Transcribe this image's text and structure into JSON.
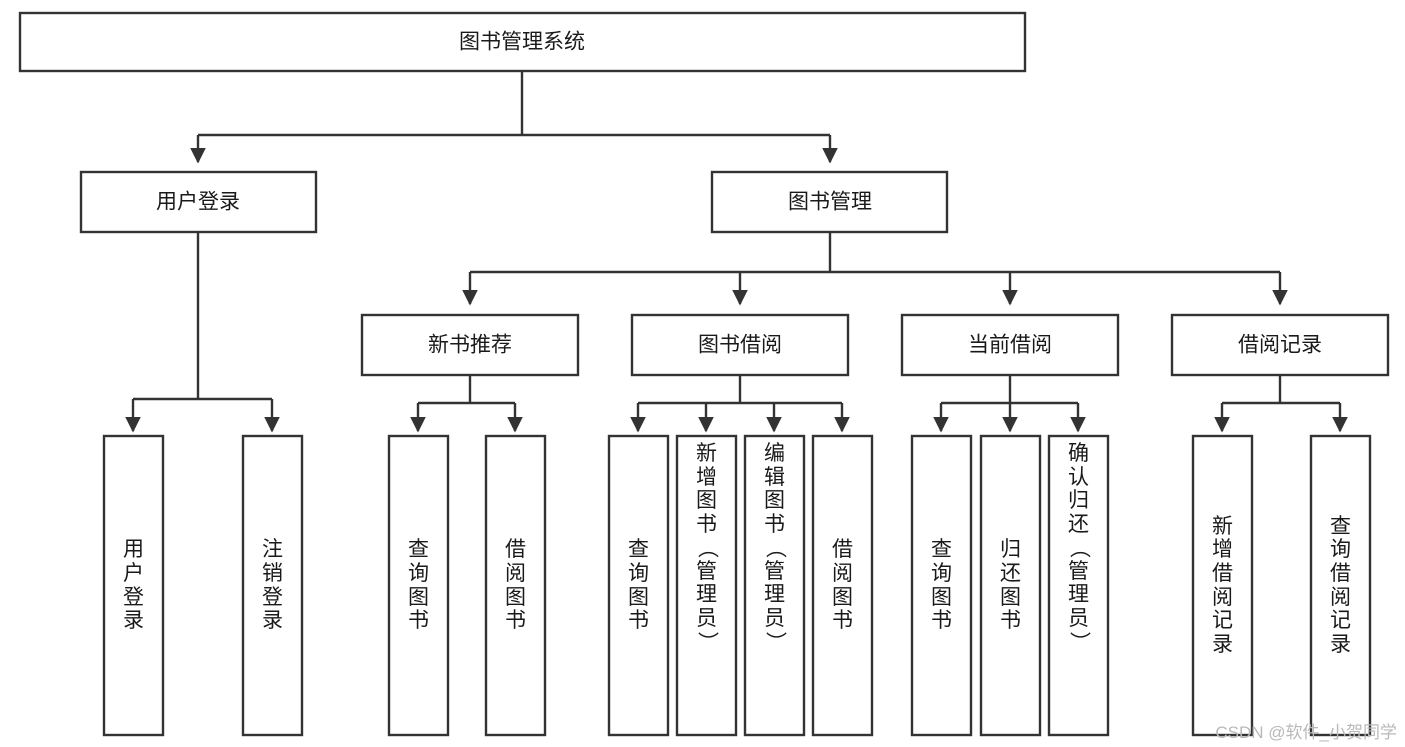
{
  "diagram": {
    "type": "tree",
    "title": "图书管理系统",
    "watermark": "CSDN @软件_小贺同学",
    "colors": {
      "box_fill": "#ffffff",
      "box_stroke": "#333333",
      "text": "#1a1a1a",
      "watermark": "#b9b9b9",
      "background": "#ffffff"
    },
    "root": {
      "label": "图书管理系统"
    },
    "level2": [
      {
        "label": "用户登录"
      },
      {
        "label": "图书管理"
      }
    ],
    "level3": [
      {
        "label": "新书推荐"
      },
      {
        "label": "图书借阅"
      },
      {
        "label": "当前借阅"
      },
      {
        "label": "借阅记录"
      }
    ],
    "leaves": {
      "user_login": [
        {
          "label": "用户登录"
        },
        {
          "label": "注销登录"
        }
      ],
      "new_book": [
        {
          "label": "查询图书"
        },
        {
          "label": "借阅图书"
        }
      ],
      "book_borrow": [
        {
          "label": "查询图书"
        },
        {
          "label": "新增图书（管理员）"
        },
        {
          "label": "编辑图书（管理员）"
        },
        {
          "label": "借阅图书"
        }
      ],
      "current_borrow": [
        {
          "label": "查询图书"
        },
        {
          "label": "归还图书"
        },
        {
          "label": "确认归还（管理员）"
        }
      ],
      "borrow_record": [
        {
          "label": "新增借阅记录"
        },
        {
          "label": "查询借阅记录"
        }
      ]
    }
  }
}
